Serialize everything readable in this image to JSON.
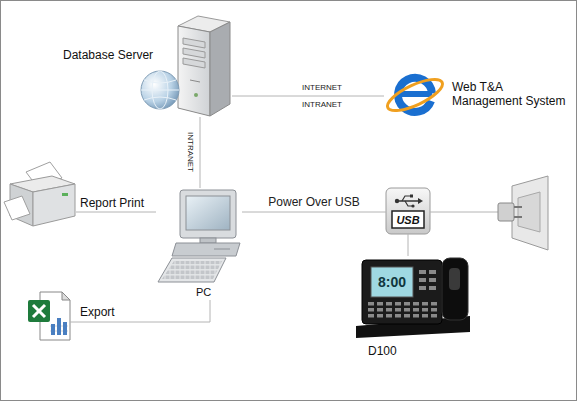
{
  "diagram": {
    "nodes": [
      {
        "text": [
          "Database Server"
        ]
      },
      {
        "text": [
          "Web T&A Management System"
        ]
      },
      {
        "text": [
          "Report Print"
        ]
      },
      {
        "text": [
          "PC"
        ]
      },
      {
        "text": [
          "USB"
        ]
      },
      {
        "text": [
          "Export"
        ]
      },
      {
        "text": [
          "D100"
        ]
      }
    ],
    "edges": [
      {
        "from": 0,
        "to": 1,
        "label": "INTERNET",
        "arrow": "none"
      },
      {
        "from": 0,
        "to": 3,
        "label": "INTRANET",
        "arrow": "none"
      },
      {
        "from": 2,
        "to": 3,
        "arrow": "none"
      },
      {
        "from": 3,
        "to": 4,
        "label": "Power Over USB",
        "arrow": "none"
      },
      {
        "from": 4,
        "to": 6,
        "arrow": "none"
      },
      {
        "from": 3,
        "to": 5,
        "arrow": "none"
      }
    ],
    "labels": [
      "INTRANET",
      "8:00"
    ]
  }
}
